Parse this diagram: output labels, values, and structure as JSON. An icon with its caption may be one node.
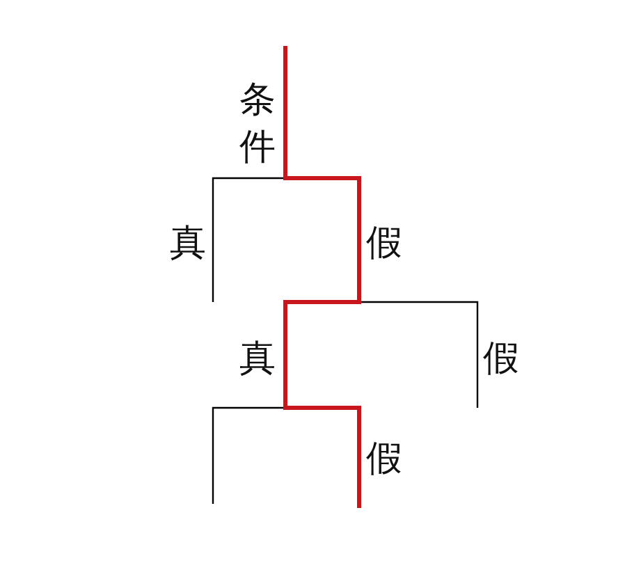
{
  "diagram": {
    "labels": [
      "条件",
      "真",
      "假",
      "真",
      "假",
      "假"
    ]
  }
}
